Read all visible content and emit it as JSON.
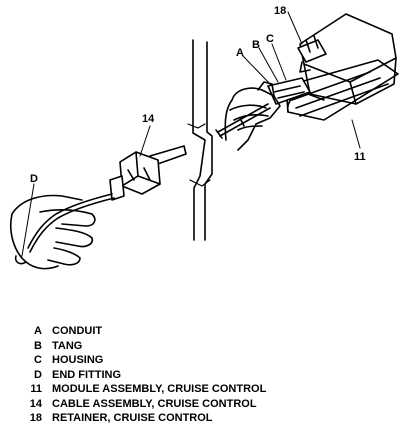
{
  "callouts": {
    "a": "A",
    "b": "B",
    "c": "C",
    "d": "D",
    "n14": "14",
    "n11": "11",
    "n18": "18"
  },
  "legend": [
    {
      "code": "A",
      "text": "CONDUIT"
    },
    {
      "code": "B",
      "text": "TANG"
    },
    {
      "code": "C",
      "text": "HOUSING"
    },
    {
      "code": "D",
      "text": "END FITTING"
    },
    {
      "code": "11",
      "text": "MODULE ASSEMBLY, CRUISE CONTROL"
    },
    {
      "code": "14",
      "text": "CABLE ASSEMBLY, CRUISE CONTROL"
    },
    {
      "code": "18",
      "text": "RETAINER, CRUISE CONTROL"
    }
  ]
}
